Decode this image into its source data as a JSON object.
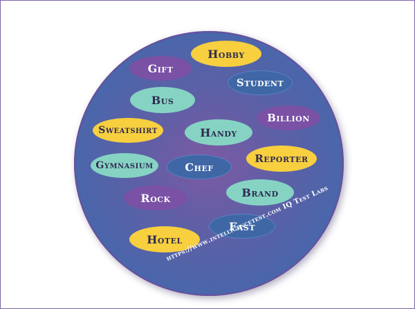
{
  "words": [
    {
      "id": "hobby",
      "label": "Hobby",
      "color": "#f7cf3f"
    },
    {
      "id": "gift",
      "label": "Gift",
      "color": "#7a51a5"
    },
    {
      "id": "student",
      "label": "Student",
      "color": "#3f67a6"
    },
    {
      "id": "bus",
      "label": "Bus",
      "color": "#86d3c4"
    },
    {
      "id": "billion",
      "label": "Billion",
      "color": "#7a51a5"
    },
    {
      "id": "sweatshirt",
      "label": "Sweatshirt",
      "color": "#f7cf3f"
    },
    {
      "id": "handy",
      "label": "Handy",
      "color": "#86d3c4"
    },
    {
      "id": "reporter",
      "label": "Reporter",
      "color": "#f7cf3f"
    },
    {
      "id": "gymnasium",
      "label": "Gymnasium",
      "color": "#86d3c4"
    },
    {
      "id": "chef",
      "label": "Chef",
      "color": "#3f67a6"
    },
    {
      "id": "brand",
      "label": "Brand",
      "color": "#86d3c4"
    },
    {
      "id": "rock",
      "label": "Rock",
      "color": "#7a51a5"
    },
    {
      "id": "fast",
      "label": "Fast",
      "color": "#3f67a6"
    },
    {
      "id": "hotel",
      "label": "Hotel",
      "color": "#f7cf3f"
    }
  ],
  "footer": {
    "url": "https://www.intelligencetest.com",
    "brand": "IQ Test Labs"
  }
}
